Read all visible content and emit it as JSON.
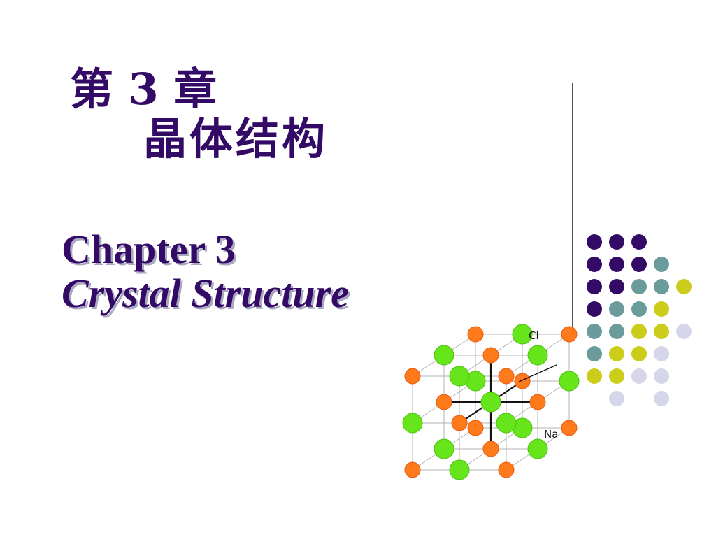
{
  "title": {
    "chapter_cn": "第 3 章",
    "topic_cn": "晶体结构",
    "chapter_en": "Chapter  3",
    "topic_en": "Crystal  Structure"
  },
  "figure": {
    "label_cl": "Cl",
    "label_na": "Na",
    "colors": {
      "cl_atom": "#ff7a1a",
      "na_atom": "#66e61a",
      "lattice": "#b3b3b3",
      "axis": "#111111"
    }
  },
  "decor": {
    "dot_colors": {
      "purple": "#330a66",
      "teal": "#6b9b9b",
      "olive": "#cccc1a",
      "lavender": "#d6d6ea"
    },
    "dot_rows": [
      [
        "purple",
        "purple",
        "purple",
        "",
        "",
        ""
      ],
      [
        "purple",
        "purple",
        "purple",
        "teal",
        "",
        ""
      ],
      [
        "purple",
        "purple",
        "teal",
        "teal",
        "olive",
        ""
      ],
      [
        "purple",
        "teal",
        "teal",
        "olive",
        "",
        ""
      ],
      [
        "teal",
        "teal",
        "olive",
        "olive",
        "lavender",
        ""
      ],
      [
        "teal",
        "olive",
        "olive",
        "lavender",
        "",
        ""
      ],
      [
        "olive",
        "olive",
        "lavender",
        "lavender",
        "",
        ""
      ],
      [
        "",
        "lavender",
        "",
        "lavender",
        "",
        ""
      ]
    ]
  }
}
